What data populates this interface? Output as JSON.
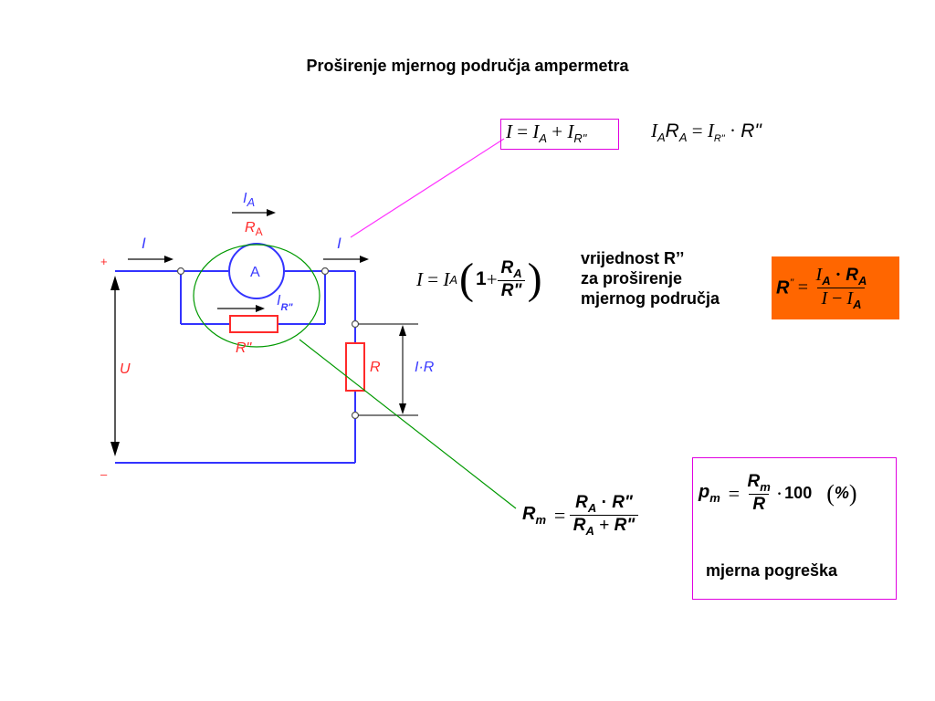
{
  "title": "Proširenje mjernog područja ampermetra",
  "circuit": {
    "plus": "+",
    "minus": "–",
    "i_left": "I",
    "i_right": "I",
    "i_a": "I",
    "i_a_sub": "A",
    "r_a": "R",
    "r_a_sub": "A",
    "ammeter": "A",
    "i_shunt": "I",
    "i_shunt_sub": "R\"",
    "r_shunt": "R\"",
    "r_load": "R",
    "u": "U",
    "ir": "I·R"
  },
  "eq1": {
    "lhs": "I",
    "eq": "=",
    "i": "I",
    "a": "A",
    "plus": "+",
    "i2": "I",
    "r": "R\""
  },
  "eq2": {
    "ia": "I",
    "a1": "A",
    "ra": "R",
    "a2": "A",
    "eq": "=",
    "ir": "I",
    "rsub": "R\"",
    "dot": "·",
    "r": "R\""
  },
  "eq3": {
    "lhs": "I",
    "eq": "=",
    "i": "I",
    "a": "A",
    "one": "1",
    "plus": "+",
    "num": "R",
    "num_sub": "A",
    "den": "R\""
  },
  "note1": {
    "line1": "vrijednost R’’",
    "line2": "za proširenje",
    "line3": "mjernog područja"
  },
  "eq4": {
    "lhs": "R",
    "sup": "’’",
    "eq": "=",
    "n1": "I",
    "n1s": "A",
    "dot": "·",
    "n2": "R",
    "n2s": "A",
    "d1": "I",
    "minus": "−",
    "d2": "I",
    "d2s": "A"
  },
  "eq5": {
    "lhs": "R",
    "lhs_sub": "m",
    "eq": "=",
    "n1": "R",
    "n1s": "A",
    "dot": "·",
    "n2": "R\"",
    "d1": "R",
    "d1s": "A",
    "plus": "+",
    "d2": "R\""
  },
  "eq6": {
    "lhs": "p",
    "lhs_sub": "m",
    "eq": "=",
    "num": "R",
    "num_sub": "m",
    "den": "R",
    "dot": "·",
    "hundred": "100",
    "percent": "%"
  },
  "note2": "mjerna pogreška"
}
